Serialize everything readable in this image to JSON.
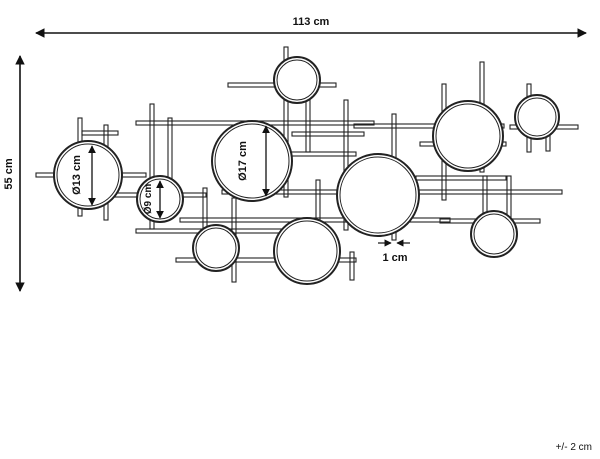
{
  "dimensions": {
    "width": "113 cm",
    "height": "55 cm",
    "tolerance": "+/- 2 cm"
  },
  "mirror_labels": {
    "large": "Ø17 cm",
    "medium": "Ø13 cm",
    "small": "Ø9 cm",
    "gap": "1 cm"
  }
}
